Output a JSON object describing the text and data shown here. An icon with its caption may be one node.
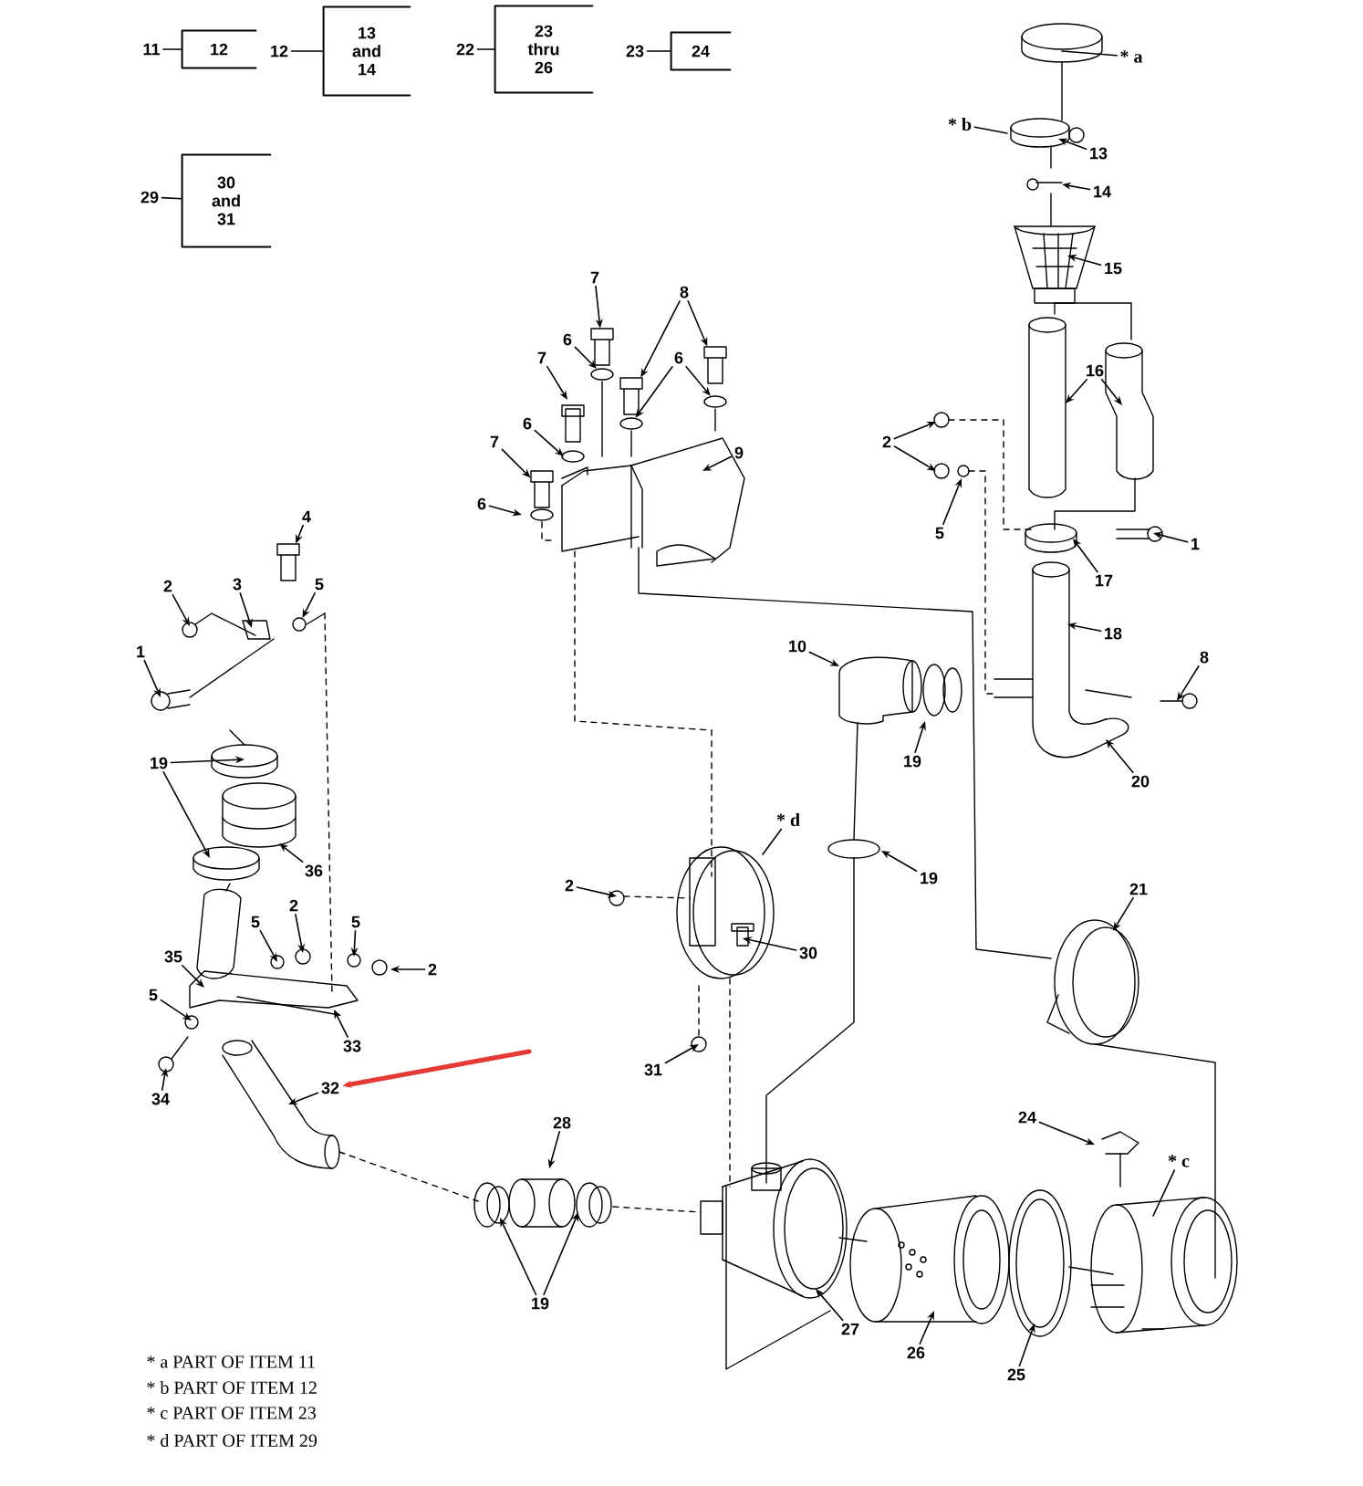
{
  "diagram": {
    "nodes": [
      {
        "text": [
          "11"
        ]
      },
      {
        "text": [
          "12"
        ]
      },
      {
        "text": [
          "12"
        ]
      },
      {
        "text": [
          "13 and 14"
        ]
      },
      {
        "text": [
          "22"
        ]
      },
      {
        "text": [
          "23 thru 26"
        ]
      },
      {
        "text": [
          "23"
        ]
      },
      {
        "text": [
          "24"
        ]
      },
      {
        "text": [
          "* a"
        ]
      },
      {
        "text": [
          "* b"
        ]
      },
      {
        "text": [
          "13"
        ]
      },
      {
        "text": [
          "29"
        ]
      },
      {
        "text": [
          "30 and 31"
        ]
      },
      {
        "text": [
          "14"
        ]
      },
      {
        "text": [
          "15"
        ]
      },
      {
        "text": [
          "7"
        ]
      },
      {
        "text": [
          "8"
        ]
      },
      {
        "text": [
          "6"
        ]
      },
      {
        "text": [
          "7"
        ]
      },
      {
        "text": [
          "6"
        ]
      },
      {
        "text": [
          "16"
        ]
      },
      {
        "text": [
          "6"
        ]
      },
      {
        "text": [
          "7"
        ]
      },
      {
        "text": [
          "2"
        ]
      },
      {
        "text": [
          "9"
        ]
      },
      {
        "text": [
          "6"
        ]
      },
      {
        "text": [
          "4"
        ]
      },
      {
        "text": [
          "5"
        ]
      },
      {
        "text": [
          "1"
        ]
      },
      {
        "text": [
          "17"
        ]
      },
      {
        "text": [
          "2"
        ]
      },
      {
        "text": [
          "3"
        ]
      },
      {
        "text": [
          "5"
        ]
      },
      {
        "text": [
          "18"
        ]
      },
      {
        "text": [
          "10"
        ]
      },
      {
        "text": [
          "1"
        ]
      },
      {
        "text": [
          "8"
        ]
      },
      {
        "text": [
          "19"
        ]
      },
      {
        "text": [
          "19"
        ]
      },
      {
        "text": [
          "20"
        ]
      },
      {
        "text": [
          "* d"
        ]
      },
      {
        "text": [
          "36"
        ]
      },
      {
        "text": [
          "19"
        ]
      },
      {
        "text": [
          "2"
        ]
      },
      {
        "text": [
          "21"
        ]
      },
      {
        "text": [
          "2"
        ]
      },
      {
        "text": [
          "5"
        ]
      },
      {
        "text": [
          "5"
        ]
      },
      {
        "text": [
          "30"
        ]
      },
      {
        "text": [
          "35"
        ]
      },
      {
        "text": [
          "2"
        ]
      },
      {
        "text": [
          "5"
        ]
      },
      {
        "text": [
          "33"
        ]
      },
      {
        "text": [
          "31"
        ]
      },
      {
        "text": [
          "32"
        ]
      },
      {
        "text": [
          "34"
        ]
      },
      {
        "text": [
          "24"
        ]
      },
      {
        "text": [
          "28"
        ]
      },
      {
        "text": [
          "* c"
        ]
      },
      {
        "text": [
          "19"
        ]
      },
      {
        "text": [
          "27"
        ]
      },
      {
        "text": [
          "26"
        ]
      },
      {
        "text": [
          "25"
        ]
      },
      {
        "text": [],
        "shape": "picture"
      },
      {
        "text": [],
        "shape": "picture"
      },
      {
        "text": [],
        "shape": "picture"
      },
      {
        "text": [],
        "shape": "picture"
      },
      {
        "text": [],
        "shape": "picture"
      },
      {
        "text": [],
        "shape": "ellipse"
      },
      {
        "text": [],
        "shape": "ellipse"
      },
      {
        "text": [],
        "shape": "ellipse"
      },
      {
        "text": [],
        "shape": "circle"
      }
    ],
    "edges": [
      {
        "from": 0,
        "to": 1,
        "arrow": "none"
      },
      {
        "from": 2,
        "to": 3,
        "arrow": "none"
      },
      {
        "from": 4,
        "to": 5,
        "arrow": "none"
      },
      {
        "from": 6,
        "to": 7,
        "arrow": "none"
      },
      {
        "from": 11,
        "to": 12,
        "arrow": "none"
      },
      {
        "from": 8,
        "to": null,
        "arrow": "none"
      },
      {
        "from": 9,
        "to": null,
        "arrow": "none"
      },
      {
        "from": 10,
        "to": null,
        "arrow": "to"
      },
      {
        "from": 13,
        "to": null,
        "arrow": "to"
      },
      {
        "from": 14,
        "to": null,
        "arrow": "to"
      },
      {
        "from": 15,
        "to": 63,
        "arrow": "to"
      },
      {
        "from": 16,
        "to": 64,
        "arrow": "to"
      },
      {
        "from": 16,
        "to": 65,
        "arrow": "to"
      },
      {
        "from": 17,
        "to": 68,
        "arrow": "to"
      },
      {
        "from": 18,
        "to": null,
        "arrow": "to"
      },
      {
        "from": 19,
        "to": 69,
        "arrow": "to"
      },
      {
        "from": 19,
        "to": 70,
        "arrow": "to"
      },
      {
        "from": 20,
        "to": null,
        "arrow": "to"
      },
      {
        "from": 20,
        "to": null,
        "arrow": "to"
      },
      {
        "from": 21,
        "to": null,
        "arrow": "to"
      },
      {
        "from": 22,
        "to": 66,
        "arrow": "to"
      },
      {
        "from": 23,
        "to": null,
        "arrow": "to"
      },
      {
        "from": 23,
        "to": null,
        "arrow": "to"
      },
      {
        "from": 24,
        "to": null,
        "arrow": "to"
      },
      {
        "from": 25,
        "to": null,
        "arrow": "to"
      },
      {
        "from": 26,
        "to": 67,
        "arrow": "to"
      },
      {
        "from": 27,
        "to": null,
        "arrow": "to"
      },
      {
        "from": 28,
        "to": null,
        "arrow": "to"
      },
      {
        "from": 29,
        "to": null,
        "arrow": "to"
      },
      {
        "from": 30,
        "to": null,
        "arrow": "to"
      },
      {
        "from": 31,
        "to": null,
        "arrow": "to"
      },
      {
        "from": 32,
        "to": 71,
        "arrow": "to"
      },
      {
        "from": 33,
        "to": null,
        "arrow": "to"
      },
      {
        "from": 34,
        "to": null,
        "arrow": "to"
      },
      {
        "from": 35,
        "to": null,
        "arrow": "to"
      },
      {
        "from": 36,
        "to": null,
        "arrow": "to"
      },
      {
        "from": 37,
        "to": null,
        "arrow": "to"
      },
      {
        "from": 38,
        "to": null,
        "arrow": "to"
      },
      {
        "from": 38,
        "to": null,
        "arrow": "to"
      },
      {
        "from": 39,
        "to": null,
        "arrow": "to"
      },
      {
        "from": 40,
        "to": null,
        "arrow": "none"
      },
      {
        "from": 41,
        "to": null,
        "arrow": "to"
      },
      {
        "from": 42,
        "to": null,
        "arrow": "to"
      },
      {
        "from": 43,
        "to": null,
        "arrow": "to"
      },
      {
        "from": 44,
        "to": null,
        "arrow": "to"
      },
      {
        "from": 45,
        "to": null,
        "arrow": "to"
      },
      {
        "from": 46,
        "to": null,
        "arrow": "to"
      },
      {
        "from": 47,
        "to": null,
        "arrow": "to"
      },
      {
        "from": 48,
        "to": null,
        "arrow": "to"
      },
      {
        "from": 49,
        "to": null,
        "arrow": "to"
      },
      {
        "from": 50,
        "to": null,
        "arrow": "to"
      },
      {
        "from": 51,
        "to": null,
        "arrow": "to"
      },
      {
        "from": 52,
        "to": null,
        "arrow": "to"
      },
      {
        "from": 53,
        "to": null,
        "arrow": "to"
      },
      {
        "from": 54,
        "to": null,
        "arrow": "to"
      },
      {
        "from": 55,
        "to": null,
        "arrow": "to"
      },
      {
        "from": 56,
        "to": null,
        "arrow": "to"
      },
      {
        "from": 57,
        "to": null,
        "arrow": "to"
      },
      {
        "from": 58,
        "to": null,
        "arrow": "none"
      },
      {
        "from": 59,
        "to": null,
        "arrow": "to"
      },
      {
        "from": 59,
        "to": null,
        "arrow": "to"
      },
      {
        "from": 60,
        "to": null,
        "arrow": "to"
      },
      {
        "from": 61,
        "to": null,
        "arrow": "to"
      },
      {
        "from": 62,
        "to": null,
        "arrow": "to"
      },
      {
        "from": null,
        "to": 54,
        "arrow": "to",
        "style": "thick",
        "color": "#e53935"
      }
    ],
    "labels": [
      "* a PART OF ITEM 11",
      "* b PART OF ITEM 12",
      "* c PART OF ITEM 23",
      "* d PART OF ITEM 29"
    ]
  }
}
